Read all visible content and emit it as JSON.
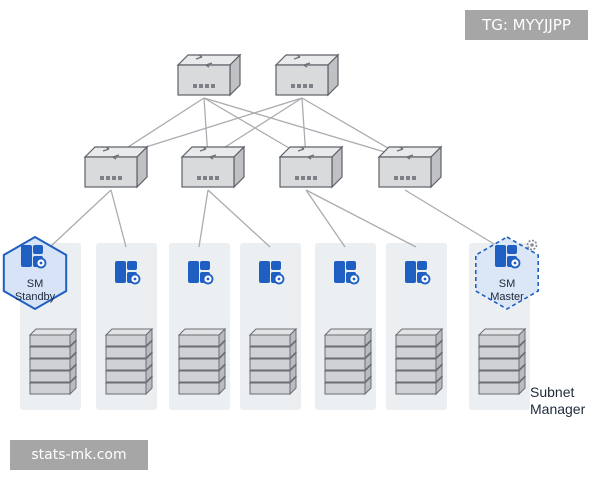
{
  "watermark": {
    "text": "TG: MYYJJPP"
  },
  "footer_badge": {
    "text": "stats-mk.com"
  },
  "legend": {
    "line1": "Subnet",
    "line2": "Manager"
  },
  "subnet_managers": {
    "standby": {
      "line1": "SM",
      "line2": "Standby"
    },
    "master": {
      "line1": "SM",
      "line2": "Master"
    }
  },
  "colors": {
    "switch_fill": "#d9dadc",
    "link": "#a9acb0",
    "column_bg": "#eceff2",
    "node_icon": "#1f5fc2",
    "standby_fill": "#d7e4f7",
    "master_fill": "#dbe6f7",
    "server_fill": "#cfd1d4"
  },
  "icons": {
    "spine_switch": "network-switch-icon",
    "leaf_switch": "network-switch-icon",
    "host": "server-settings-icon",
    "storage": "server-stack-icon",
    "gear": "gear-icon"
  }
}
